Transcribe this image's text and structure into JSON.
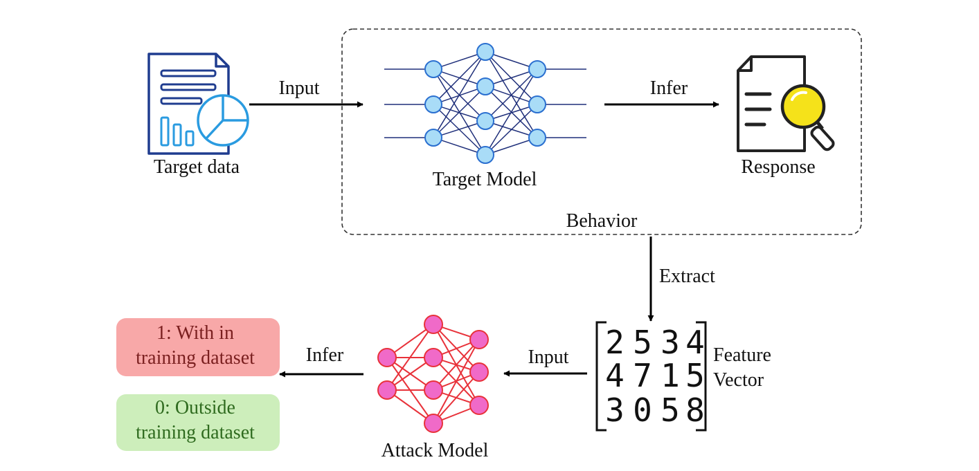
{
  "labels": {
    "target_data": "Target data",
    "target_model": "Target Model",
    "response": "Response",
    "behavior": "Behavior",
    "extract": "Extract",
    "feature_vector_line1": "Feature",
    "feature_vector_line2": "Vector",
    "attack_model": "Attack Model",
    "input_top": "Input",
    "infer_top": "Infer",
    "input_bottom": "Input",
    "infer_bottom": "Infer"
  },
  "feature_matrix": [
    [
      "2",
      "5",
      "3",
      "4"
    ],
    [
      "4",
      "7",
      "1",
      "5"
    ],
    [
      "3",
      "0",
      "5",
      "8"
    ]
  ],
  "results": {
    "in_line1": "1: With in",
    "in_line2": "training dataset",
    "out_line1": "0: Outside",
    "out_line2": "training dataset"
  },
  "icons": {
    "target_data": "document-chart-icon",
    "response": "document-search-icon",
    "target_model": "neural-network-icon",
    "attack_model": "neural-network-icon"
  },
  "colors": {
    "target_node_fill": "#a9dcf7",
    "target_node_stroke": "#2a6fd0",
    "target_edge": "#1f2f7a",
    "attack_node_fill": "#f06ac8",
    "attack_node_stroke": "#e8323a",
    "attack_edge": "#e8323a",
    "result_in_bg": "#f8a8a8",
    "result_out_bg": "#cdeebb",
    "magnifier": "#f5e21a"
  }
}
